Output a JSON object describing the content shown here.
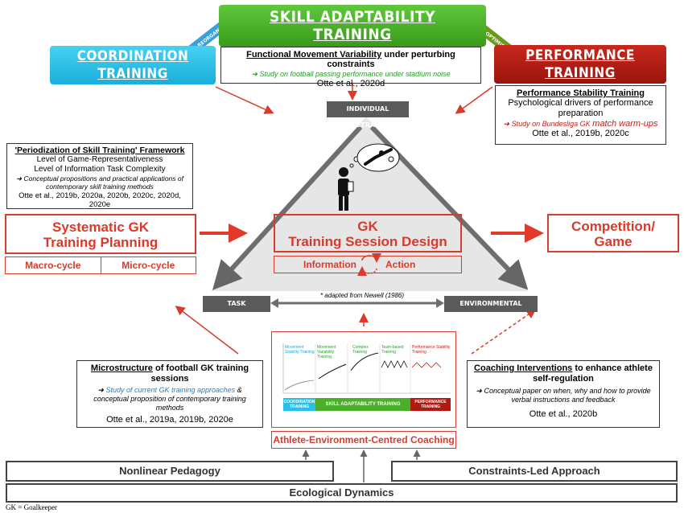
{
  "banners": {
    "skill_adaptability": "SKILL ADAPTABILITY\nTRAINING",
    "coordination": "COORDINATION\nTRAINING",
    "performance": "PERFORMANCE\nTRAINING",
    "skill_reorganisation_ribbon": "SKILL REORGANISATION",
    "skill_optimisation_ribbon": "SKILL OPTIMISATION"
  },
  "fmv_box": {
    "title_underlined": "Functional Movement Variability",
    "title_rest": " under perturbing constraints",
    "study": "Study on football passing performance under stadium noise",
    "ref": "Otte et al., 2020d"
  },
  "pst_box": {
    "title": "Performance Stability Training",
    "body": "Psychological drivers of performance preparation",
    "study_a": "Study on Bundesliga GK ",
    "study_b": "match warm-ups",
    "ref": "Otte et al., 2019b, 2020c"
  },
  "period_box": {
    "title": "'Periodization of Skill Training' Framework",
    "line1": "Level of Game-Representativeness",
    "line2": "Level of Information Task Complexity",
    "study": "Conceptual propositions and practical applications of contemporary skill training methods",
    "ref": "Otte et al., 2019b, 2020a, 2020b, 2020c, 2020d, 2020e"
  },
  "constraints": {
    "individual": "INDIVIDUAL CONSTRAINTS*",
    "task": "TASK CONSTRAINTS*",
    "environmental": "ENVIRONMENTAL CONSTRAINTS*",
    "adapted_note": "* adapted from Newell (1986)"
  },
  "planning": {
    "title": "Systematic GK\nTraining Planning",
    "macro": "Macro-cycle",
    "micro": "Micro-cycle"
  },
  "session": {
    "title": "GK\nTraining Session Design",
    "information": "Information",
    "action": "Action"
  },
  "competition": "Competition/\nGame",
  "micro_box": {
    "title_underlined": "Microstructure",
    "title_rest": " of football GK training sessions",
    "study_a": "Study of current GK training approaches",
    "study_b": " & conceptual proposition of contemporary training methods",
    "ref": "Otte et al., 2019a, 2019b, 2020e"
  },
  "coaching_box": {
    "title_underlined": "Coaching Interventions",
    "title_rest": " to enhance athlete self-regulation",
    "study": "Conceptual paper on when, why and how to provide verbal instructions and feedback",
    "ref": "Otte et al., 2020b"
  },
  "mini_figure": {
    "col1": "Movement Stability Training",
    "col2": "Movement Variability Training",
    "col3": "Complex Training",
    "col4": "Team-based Training",
    "col5": "Performance Stability Training",
    "band_coord": "COORDINATION TRAINING",
    "band_skill": "SKILL ADAPTABILITY TRAINING",
    "band_perf": "PERFORMANCE TRAINING"
  },
  "aecc": "Athlete-Environment-Centred Coaching",
  "bottom": {
    "nonlinear": "Nonlinear Pedagogy",
    "cla": "Constraints-Led Approach",
    "eco": "Ecological Dynamics"
  },
  "footnote": "GK = Goalkeeper",
  "colors": {
    "green": "#4caf29",
    "cyan": "#29c0e8",
    "darkred": "#b01a12",
    "accent_red": "#d93a2b",
    "study_red": "#c0201a",
    "study_blue": "#2a7fc4",
    "study_green": "#2a9a2a"
  }
}
